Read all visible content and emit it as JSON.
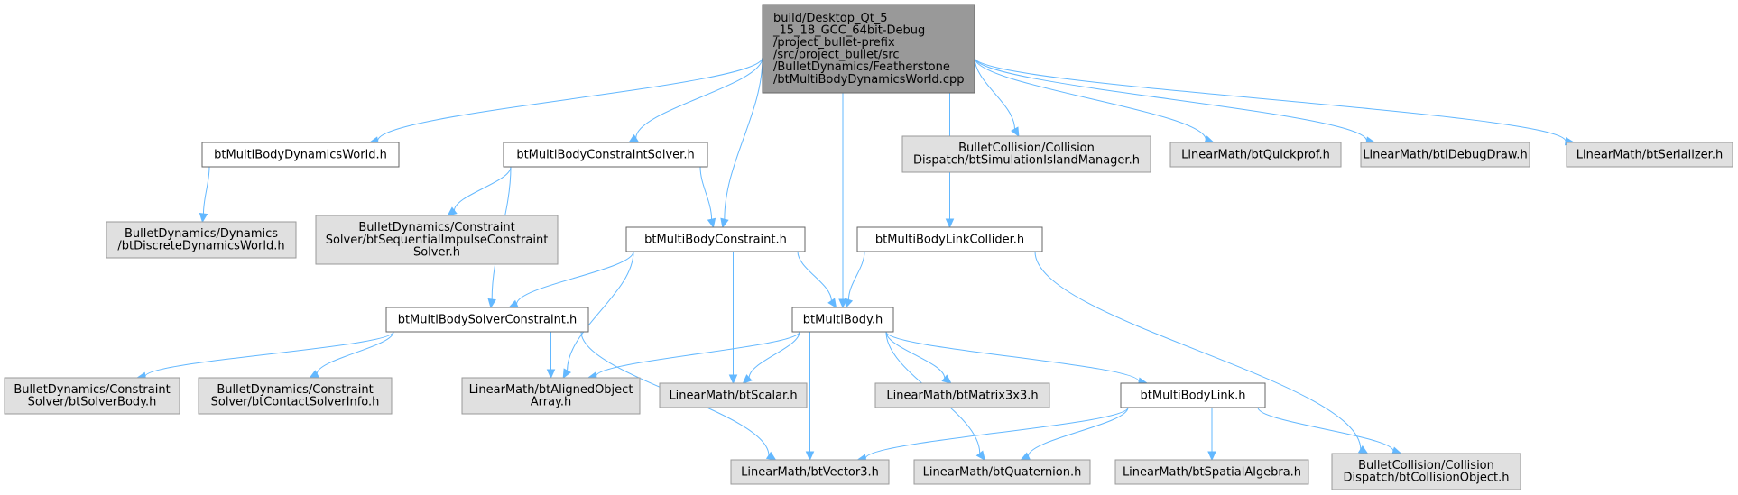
{
  "graph": {
    "nodes": [
      {
        "id": "root",
        "kind": "root",
        "lines": [
          "build/Desktop_Qt_5",
          "_15_18_GCC_64bit-Debug",
          "/project_bullet-prefix",
          "/src/project_bullet/src",
          "/BulletDynamics/Featherstone",
          "/btMultiBodyDynamicsWorld.cpp"
        ]
      },
      {
        "id": "mbdw_h",
        "kind": "local",
        "lines": [
          "btMultiBodyDynamicsWorld.h"
        ]
      },
      {
        "id": "mbcs_h",
        "kind": "local",
        "lines": [
          "btMultiBodyConstraintSolver.h"
        ]
      },
      {
        "id": "simisland",
        "kind": "external",
        "lines": [
          "BulletCollision/Collision",
          "Dispatch/btSimulationIslandManager.h"
        ]
      },
      {
        "id": "quickprof",
        "kind": "external",
        "lines": [
          "LinearMath/btQuickprof.h"
        ]
      },
      {
        "id": "idebugdraw",
        "kind": "external",
        "lines": [
          "LinearMath/btIDebugDraw.h"
        ]
      },
      {
        "id": "serializer",
        "kind": "external",
        "lines": [
          "LinearMath/btSerializer.h"
        ]
      },
      {
        "id": "discretedw",
        "kind": "external",
        "lines": [
          "BulletDynamics/Dynamics",
          "/btDiscreteDynamicsWorld.h"
        ]
      },
      {
        "id": "seqimpulse",
        "kind": "external",
        "lines": [
          "BulletDynamics/Constraint",
          "Solver/btSequentialImpulseConstraint",
          "Solver.h"
        ]
      },
      {
        "id": "mbc_h",
        "kind": "local",
        "lines": [
          "btMultiBodyConstraint.h"
        ]
      },
      {
        "id": "mblc_h",
        "kind": "local",
        "lines": [
          "btMultiBodyLinkCollider.h"
        ]
      },
      {
        "id": "mbsc_h",
        "kind": "local",
        "lines": [
          "btMultiBodySolverConstraint.h"
        ]
      },
      {
        "id": "mb_h",
        "kind": "local",
        "lines": [
          "btMultiBody.h"
        ]
      },
      {
        "id": "solverbody",
        "kind": "external",
        "lines": [
          "BulletDynamics/Constraint",
          "Solver/btSolverBody.h"
        ]
      },
      {
        "id": "contactsolver",
        "kind": "external",
        "lines": [
          "BulletDynamics/Constraint",
          "Solver/btContactSolverInfo.h"
        ]
      },
      {
        "id": "alignedarray",
        "kind": "external",
        "lines": [
          "LinearMath/btAlignedObject",
          "Array.h"
        ]
      },
      {
        "id": "scalar",
        "kind": "external",
        "lines": [
          "LinearMath/btScalar.h"
        ]
      },
      {
        "id": "matrix",
        "kind": "external",
        "lines": [
          "LinearMath/btMatrix3x3.h"
        ]
      },
      {
        "id": "mblink_h",
        "kind": "local",
        "lines": [
          "btMultiBodyLink.h"
        ]
      },
      {
        "id": "vector3",
        "kind": "external",
        "lines": [
          "LinearMath/btVector3.h"
        ]
      },
      {
        "id": "quaternion",
        "kind": "external",
        "lines": [
          "LinearMath/btQuaternion.h"
        ]
      },
      {
        "id": "spatial",
        "kind": "external",
        "lines": [
          "LinearMath/btSpatialAlgebra.h"
        ]
      },
      {
        "id": "collisionobj",
        "kind": "external",
        "lines": [
          "BulletCollision/Collision",
          "Dispatch/btCollisionObject.h"
        ]
      }
    ],
    "edges": [
      {
        "from": "root",
        "to": "mbdw_h"
      },
      {
        "from": "root",
        "to": "mbcs_h"
      },
      {
        "from": "root",
        "to": "mbc_h"
      },
      {
        "from": "root",
        "to": "mb_h"
      },
      {
        "from": "root",
        "to": "mblc_h"
      },
      {
        "from": "root",
        "to": "simisland"
      },
      {
        "from": "root",
        "to": "quickprof"
      },
      {
        "from": "root",
        "to": "idebugdraw"
      },
      {
        "from": "root",
        "to": "serializer"
      },
      {
        "from": "mbdw_h",
        "to": "discretedw"
      },
      {
        "from": "mbcs_h",
        "to": "seqimpulse"
      },
      {
        "from": "mbcs_h",
        "to": "mbc_h"
      },
      {
        "from": "mbcs_h",
        "to": "mbsc_h"
      },
      {
        "from": "mbc_h",
        "to": "mbsc_h"
      },
      {
        "from": "mbc_h",
        "to": "alignedarray"
      },
      {
        "from": "mbc_h",
        "to": "scalar"
      },
      {
        "from": "mbc_h",
        "to": "mb_h"
      },
      {
        "from": "mblc_h",
        "to": "mb_h"
      },
      {
        "from": "mblc_h",
        "to": "collisionobj"
      },
      {
        "from": "mbsc_h",
        "to": "solverbody"
      },
      {
        "from": "mbsc_h",
        "to": "contactsolver"
      },
      {
        "from": "mbsc_h",
        "to": "alignedarray"
      },
      {
        "from": "mbsc_h",
        "to": "vector3"
      },
      {
        "from": "mb_h",
        "to": "alignedarray"
      },
      {
        "from": "mb_h",
        "to": "scalar"
      },
      {
        "from": "mb_h",
        "to": "matrix"
      },
      {
        "from": "mb_h",
        "to": "mblink_h"
      },
      {
        "from": "mb_h",
        "to": "vector3"
      },
      {
        "from": "mb_h",
        "to": "quaternion"
      },
      {
        "from": "mblink_h",
        "to": "vector3"
      },
      {
        "from": "mblink_h",
        "to": "quaternion"
      },
      {
        "from": "mblink_h",
        "to": "spatial"
      },
      {
        "from": "mblink_h",
        "to": "collisionobj"
      }
    ]
  },
  "colors": {
    "root_fill": "#999999",
    "local_fill": "#ffffff",
    "external_fill": "#e0e0e0",
    "edge": "#63b8ff"
  }
}
